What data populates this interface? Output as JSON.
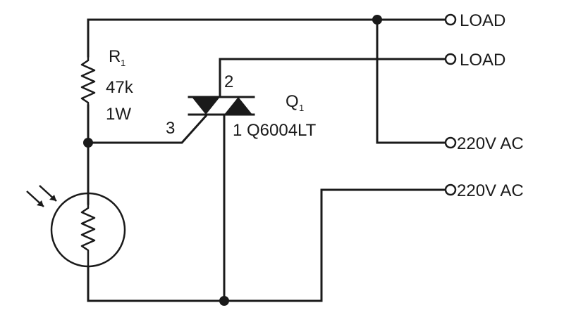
{
  "components": {
    "resistor": {
      "ref": "R",
      "ref_sub": "1",
      "value": "47k",
      "power": "1W"
    },
    "triac": {
      "ref": "Q",
      "ref_sub": "1",
      "part": "Q6004LT",
      "pin_mt2": "2",
      "pin_gate": "3",
      "pin_mt1": "1"
    },
    "ldr": {
      "light_arrows": 2
    }
  },
  "terminals": {
    "load_1": "LOAD",
    "load_2": "LOAD",
    "ac_1": "220V AC",
    "ac_2": "220V AC"
  },
  "colors": {
    "ink": "#1a1a1a",
    "background": "#ffffff"
  }
}
